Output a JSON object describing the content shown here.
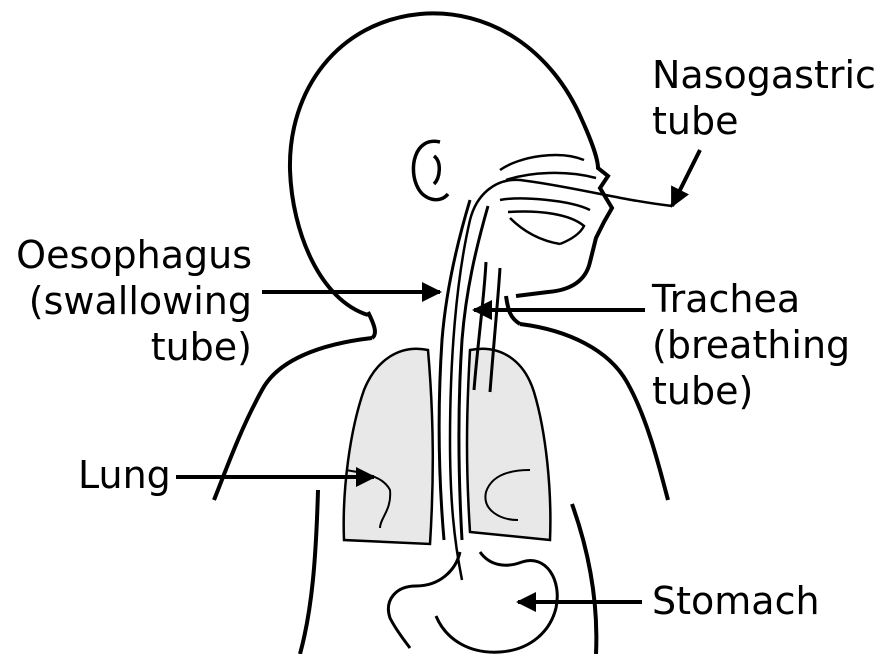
{
  "labels": {
    "nasogastric": [
      "Nasogastric",
      "tube"
    ],
    "oesophagus": [
      "Oesophagus",
      "(swallowing",
      "tube)"
    ],
    "trachea": [
      "Trachea",
      "(breathing",
      "tube)"
    ],
    "lung": [
      "Lung"
    ],
    "stomach": [
      "Stomach"
    ]
  }
}
